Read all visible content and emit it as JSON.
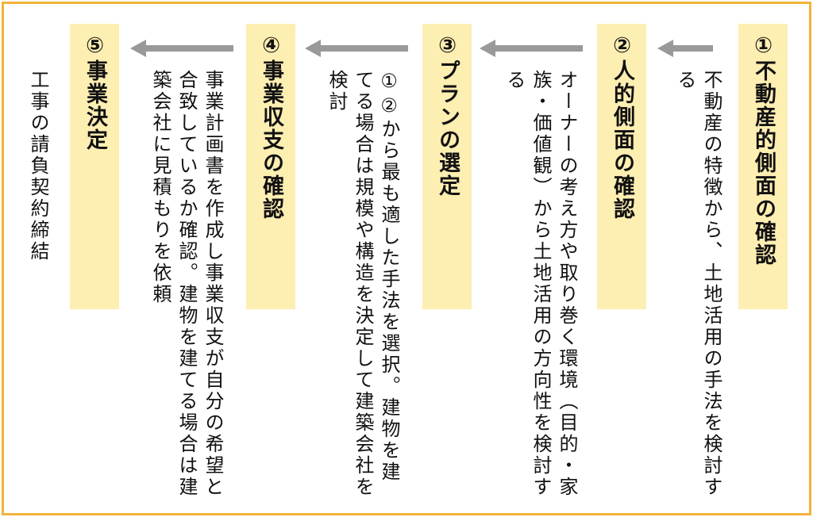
{
  "steps": [
    {
      "title": "①不動産的側面の確認",
      "description": "不動産の特徴から、土地活用の手法を検討する"
    },
    {
      "title": "②人的側面の確認",
      "description": "オーナーの考え方や取り巻く環境（目的・家族・価値観）から土地活用の方向性を検討する"
    },
    {
      "title": "③プランの選定",
      "description": "①②から最も適した手法を選択。建物を建てる場合は規模や構造を決定して建築会社を検討"
    },
    {
      "title": "④事業収支の確認",
      "description": "事業計画書を作成し事業収支が自分の希望と合致しているか確認。建物を建てる場合は建築会社に見積もりを依頼"
    },
    {
      "title": "⑤事業決定",
      "description": "工事の請負契約締結"
    }
  ],
  "colors": {
    "frame": "#f2b33a",
    "header_bg": "#fdeeb2",
    "arrow": "#999999",
    "text": "#111111"
  },
  "icons": {
    "arrow": "left-arrow-icon"
  }
}
